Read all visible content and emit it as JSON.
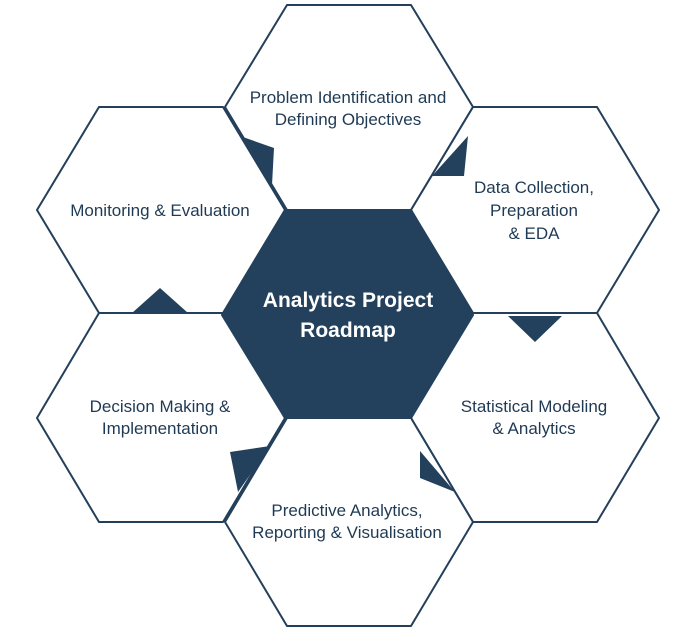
{
  "diagram": {
    "center": {
      "line1": "Analytics Project",
      "line2": "Roadmap"
    },
    "steps": {
      "top": {
        "line1": "Problem Identification and",
        "line2": "Defining Objectives"
      },
      "upper_right": {
        "line1": "Data Collection,",
        "line2": "Preparation",
        "line3": "& EDA"
      },
      "lower_right": {
        "line1": "Statistical Modeling",
        "line2": "& Analytics"
      },
      "bottom": {
        "line1": "Predictive Analytics,",
        "line2": "Reporting & Visualisation"
      },
      "lower_left": {
        "line1": "Decision Making &",
        "line2": "Implementation"
      },
      "upper_left": {
        "line1": "Monitoring & Evaluation"
      }
    },
    "colors": {
      "center_fill": "#23415c",
      "outline": "#243f5a",
      "text": "#1f3a54",
      "center_text": "#ffffff"
    }
  }
}
